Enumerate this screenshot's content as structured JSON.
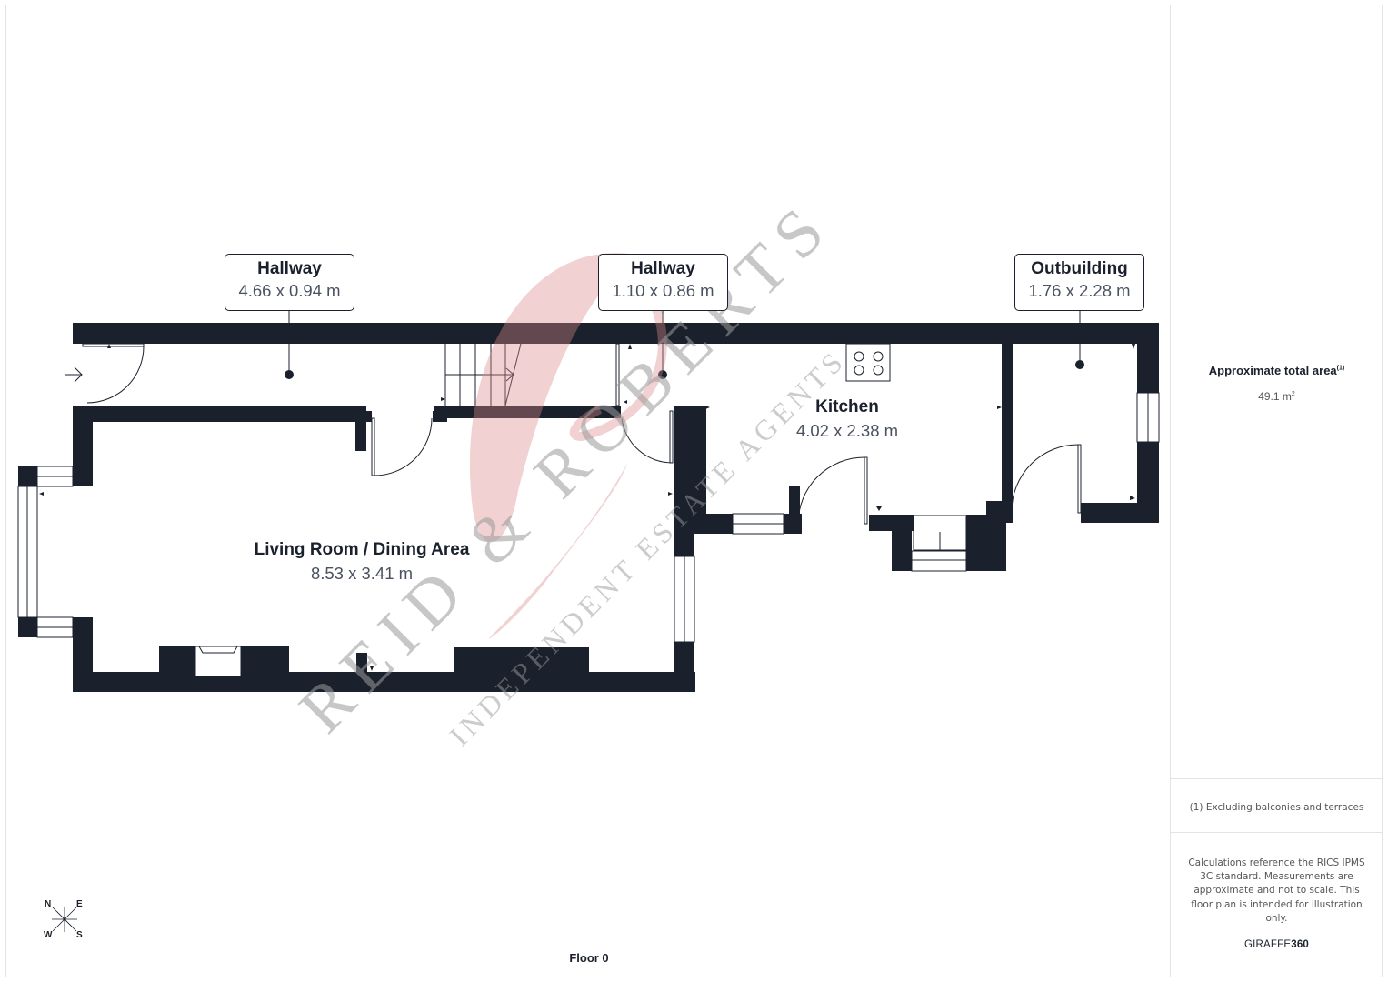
{
  "plan": {
    "floor_label": "Floor 0",
    "wall_color": "#1b212c",
    "rooms": [
      {
        "id": "hallway-1",
        "name": "Hallway",
        "dimensions": "4.66 x 0.94 m",
        "callout": true
      },
      {
        "id": "hallway-2",
        "name": "Hallway",
        "dimensions": "1.10 x 0.86 m",
        "callout": true
      },
      {
        "id": "outbuilding",
        "name": "Outbuilding",
        "dimensions": "1.76 x 2.28 m",
        "callout": true
      },
      {
        "id": "kitchen",
        "name": "Kitchen",
        "dimensions": "4.02 x 2.38 m",
        "callout": false
      },
      {
        "id": "living-dining",
        "name": "Living Room / Dining Area",
        "dimensions": "8.53 x 3.41 m",
        "callout": false
      }
    ],
    "compass": {
      "n": "N",
      "e": "E",
      "s": "S",
      "w": "W"
    }
  },
  "watermark": {
    "line1": "REID & ROBERTS",
    "line2": "INDEPENDENT ESTATE AGENTS",
    "accent_color": "#d9868a"
  },
  "sidebar": {
    "area_title": "Approximate total area",
    "area_title_ref": "(1)",
    "area_value": "49.1 m",
    "area_unit_sup": "2",
    "footnote": "(1) Excluding balconies and terraces",
    "disclaimer": "Calculations reference the RICS IPMS 3C standard. Measurements are approximate and not to scale. This floor plan is intended for illustration only.",
    "brand_prefix": "GIRAFFE",
    "brand_suffix": "360"
  }
}
